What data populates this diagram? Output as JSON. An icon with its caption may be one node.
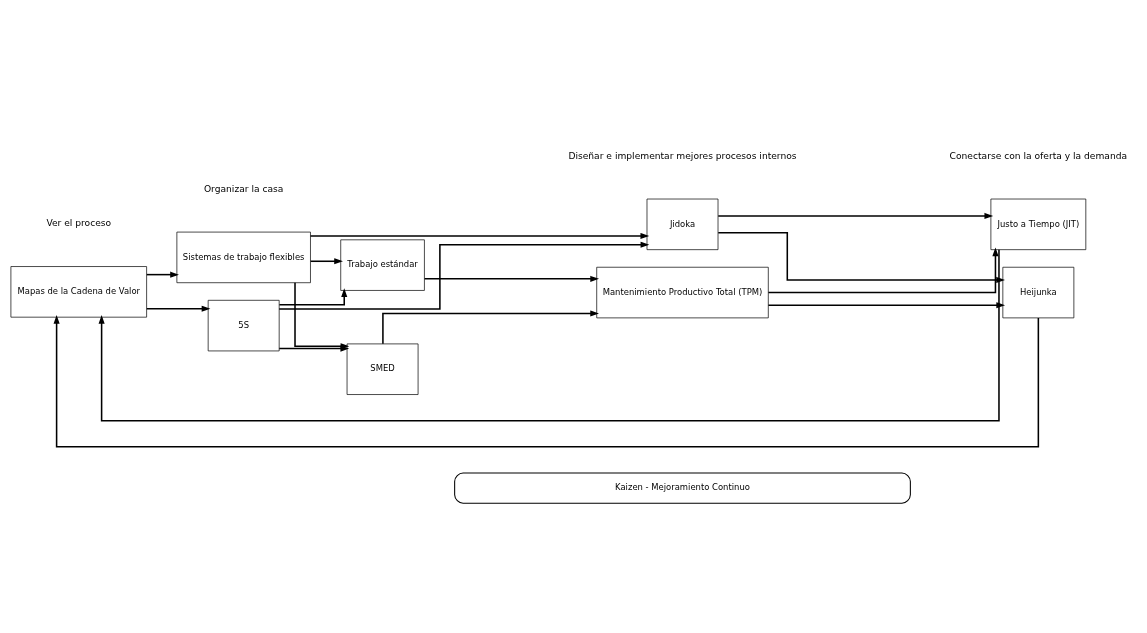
{
  "diagram": {
    "nodes": [
      {
        "text": [
          "Kaizen - Mejoramiento Continuo"
        ]
      },
      {
        "text": [
          "Mapas de la Cadena de Valor"
        ]
      },
      {
        "text": [
          "Sistemas de trabajo flexibles"
        ]
      },
      {
        "text": [
          "5S"
        ]
      },
      {
        "text": [
          "Trabajo estándar"
        ]
      },
      {
        "text": [
          "SMED"
        ]
      },
      {
        "text": [
          "Jidoka"
        ]
      },
      {
        "text": [
          "Mantenimiento Productivo Total (TPM)"
        ]
      },
      {
        "text": [
          "Justo a Tiempo (JIT)"
        ]
      },
      {
        "text": [
          "Heijunka"
        ]
      }
    ],
    "edges": [
      {
        "from": 1,
        "to": 2,
        "arrow": "to"
      },
      {
        "from": 1,
        "to": 3,
        "arrow": "to"
      },
      {
        "from": 2,
        "to": 4,
        "arrow": "to"
      },
      {
        "from": 2,
        "to": 5,
        "arrow": "to"
      },
      {
        "from": 2,
        "to": 6,
        "arrow": "to"
      },
      {
        "from": 3,
        "to": 4,
        "arrow": "to"
      },
      {
        "from": 3,
        "to": 5,
        "arrow": "to"
      },
      {
        "from": 3,
        "to": 6,
        "arrow": "to"
      },
      {
        "from": 4,
        "to": 7,
        "arrow": "to"
      },
      {
        "from": 5,
        "to": 7,
        "arrow": "to"
      },
      {
        "from": 7,
        "to": 8,
        "arrow": "to"
      },
      {
        "from": 7,
        "to": 9,
        "arrow": "to"
      },
      {
        "from": 6,
        "to": 8,
        "arrow": "to"
      },
      {
        "from": 6,
        "to": 9,
        "arrow": "to"
      },
      {
        "from": 8,
        "to": 1,
        "arrow": "to"
      },
      {
        "from": 9,
        "to": 1,
        "arrow": "to"
      }
    ],
    "labels": [
      "Ver el proceso",
      "Organizar la casa",
      "Diseñar e implementar mejores procesos internos",
      "Conectarse con la oferta y la demanda"
    ]
  }
}
